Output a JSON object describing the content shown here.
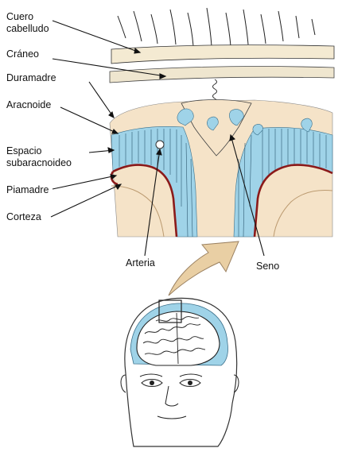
{
  "labels": {
    "cuero_line1": "Cuero",
    "cuero_line2": "cabelludo",
    "craneo": "Cráneo",
    "duramadre": "Duramadre",
    "aracnoide": "Aracnoide",
    "espacio_line1": "Espacio",
    "espacio_line2": "subaracnoideo",
    "piamadre": "Piamadre",
    "corteza": "Corteza",
    "arteria": "Arteria",
    "seno": "Seno"
  },
  "colors": {
    "csf_blue": "#9fd3e8",
    "tissue_beige": "#f5e3c8",
    "pia_red": "#8b1a1a",
    "skull_cream": "#f4ead2",
    "line": "#111111"
  }
}
